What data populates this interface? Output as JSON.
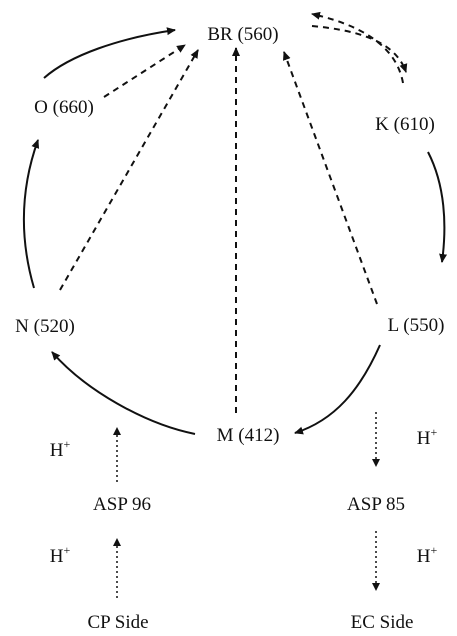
{
  "states": {
    "br": "BR (560)",
    "k": "K (610)",
    "l": "L (550)",
    "m": "M (412)",
    "n": "N (520)",
    "o": "O (660)"
  },
  "residues": {
    "asp96": "ASP 96",
    "asp85": "ASP 85"
  },
  "sides": {
    "cp": "CP Side",
    "ec": "EC Side"
  },
  "proton": {
    "symbol": "H",
    "charge": "+"
  },
  "colors": {
    "ink": "#111111",
    "background": "#ffffff"
  }
}
